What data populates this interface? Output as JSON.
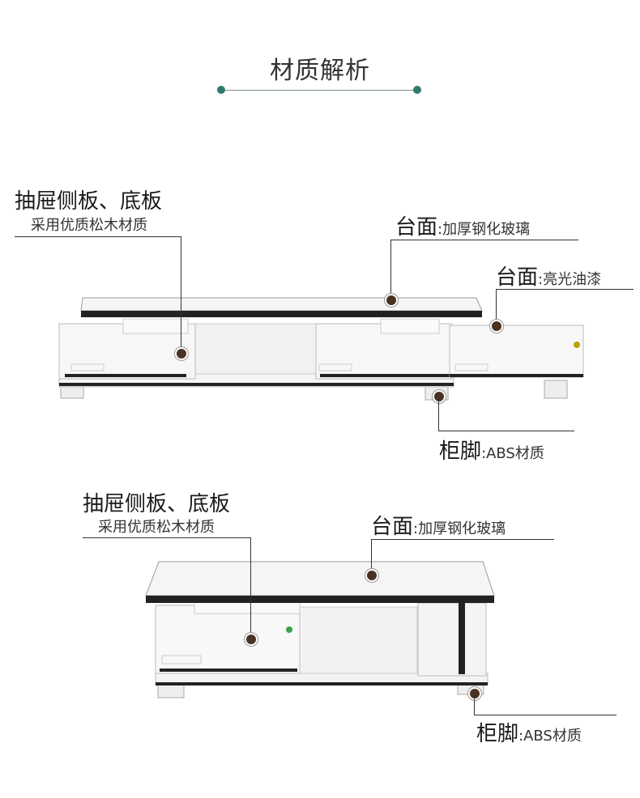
{
  "header": {
    "title": "材质解析"
  },
  "tv_stand": {
    "drawer_side": {
      "title": "抽屉侧板、底板",
      "desc": "采用优质松木材质"
    },
    "top_glass": {
      "name": "台面",
      "desc": ":加厚钢化玻璃"
    },
    "top_paint": {
      "name": "台面",
      "desc": ":亮光油漆"
    },
    "feet": {
      "name": "柜脚",
      "desc": ":ABS材质"
    }
  },
  "coffee_table": {
    "drawer_side": {
      "title": "抽屉侧板、底板",
      "desc": "采用优质松木材质"
    },
    "top_glass": {
      "name": "台面",
      "desc": ":加厚钢化玻璃"
    },
    "feet": {
      "name": "柜脚",
      "desc": ":ABS材质"
    }
  },
  "colors": {
    "accent_dot": "#2f7a70",
    "line": "#333333",
    "pin": "#4a3222"
  }
}
